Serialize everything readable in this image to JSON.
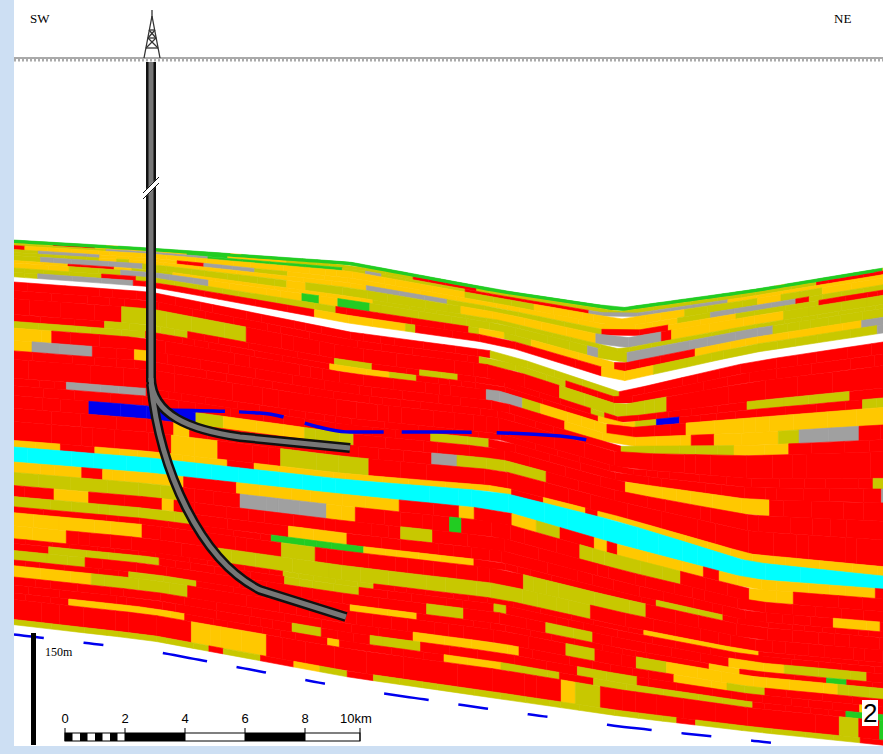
{
  "diagram": {
    "labels": [
      "SW",
      "NE",
      "150m",
      "0",
      "2",
      "4",
      "6",
      "8",
      "10km",
      "2"
    ]
  }
}
